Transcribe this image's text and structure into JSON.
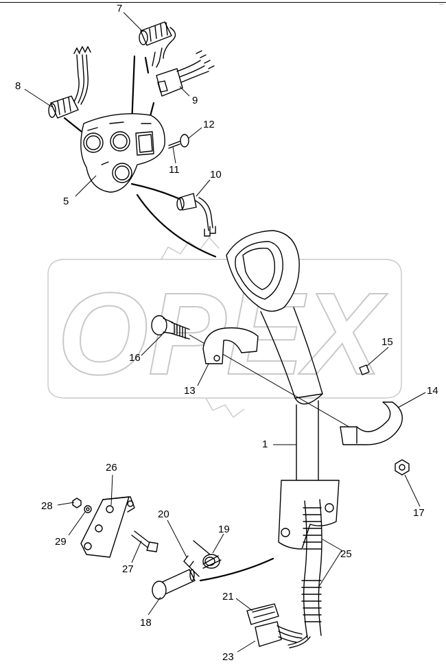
{
  "watermark": {
    "text": "OPEX"
  },
  "corner_mark": "°°°",
  "callouts": [
    {
      "id": "7",
      "label": "7",
      "part": "switch-with-lead"
    },
    {
      "id": "8",
      "label": "8",
      "part": "rotary-switch-with-wires"
    },
    {
      "id": "9",
      "label": "9",
      "part": "rocker-switch-with-wires"
    },
    {
      "id": "5",
      "label": "5",
      "part": "switch-panel"
    },
    {
      "id": "12",
      "label": "12",
      "part": "panel-screw-head"
    },
    {
      "id": "11",
      "label": "11",
      "part": "panel-screw"
    },
    {
      "id": "10",
      "label": "10",
      "part": "push-button-with-leads"
    },
    {
      "id": "16",
      "label": "16",
      "part": "adjuster-knob"
    },
    {
      "id": "13",
      "label": "13",
      "part": "clamp-half-upper"
    },
    {
      "id": "15",
      "label": "15",
      "part": "clip"
    },
    {
      "id": "14",
      "label": "14",
      "part": "clamp-half-lower"
    },
    {
      "id": "1",
      "label": "1",
      "part": "control-lever"
    },
    {
      "id": "17",
      "label": "17",
      "part": "nut"
    },
    {
      "id": "26",
      "label": "26",
      "part": "bracket-block"
    },
    {
      "id": "28",
      "label": "28",
      "part": "nut-small"
    },
    {
      "id": "29",
      "label": "29",
      "part": "washer"
    },
    {
      "id": "20",
      "label": "20",
      "part": "cotter-pin"
    },
    {
      "id": "19",
      "label": "19",
      "part": "torsion-spring"
    },
    {
      "id": "27",
      "label": "27",
      "part": "bolt"
    },
    {
      "id": "25",
      "label": "25",
      "part": "wiring-harness"
    },
    {
      "id": "18",
      "label": "18",
      "part": "pivot-pin"
    },
    {
      "id": "21",
      "label": "21",
      "part": "connector-upper"
    },
    {
      "id": "23",
      "label": "23",
      "part": "connector-lower"
    }
  ]
}
